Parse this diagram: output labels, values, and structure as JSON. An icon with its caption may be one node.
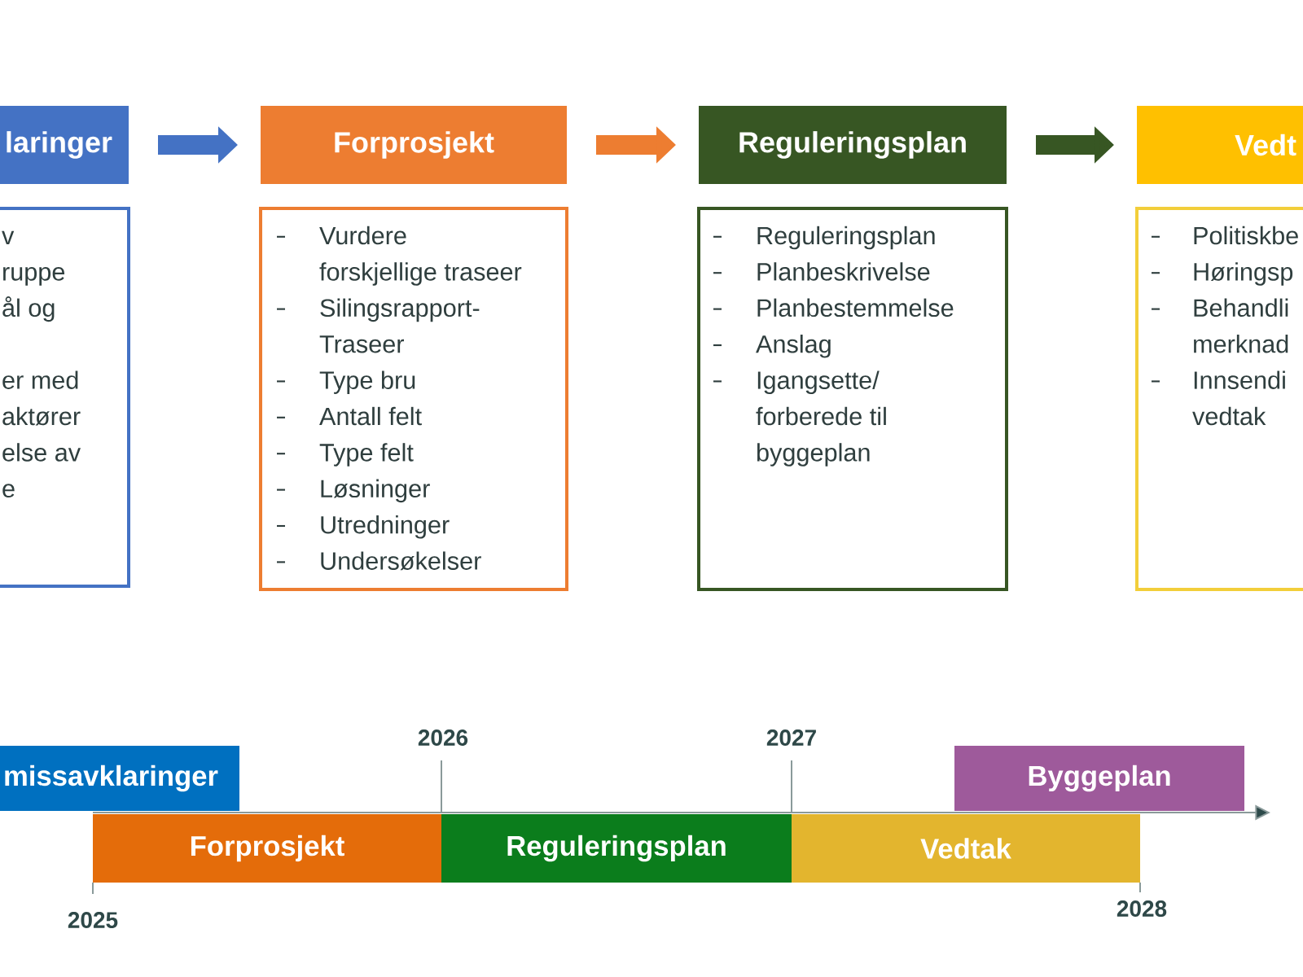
{
  "diagram": {
    "nodes": [
      {
        "text": [
          "laringer"
        ]
      },
      {
        "text": [
          "v",
          "ruppe",
          "ål og",
          "er med",
          "aktører",
          "else av",
          "e"
        ]
      },
      {
        "text": [
          "Forprosjekt"
        ]
      },
      {
        "text": [
          "Vurdere forskjellige traseer",
          "Silingsrapport- Traseer",
          "Type bru",
          "Antall felt",
          "Type felt",
          "Løsninger",
          "Utredninger",
          "Undersøkelser"
        ]
      },
      {
        "text": [
          "Reguleringsplan"
        ]
      },
      {
        "text": [
          "Reguleringsplan",
          "Planbeskrivelse",
          "Planbestemmelse",
          "Anslag",
          "Igangsette/ forberede til byggeplan"
        ]
      },
      {
        "text": [
          "Vedt"
        ]
      },
      {
        "text": [
          "Politiskbe",
          "Høringsp",
          "Behandli merknad",
          "Innsendi vedtak"
        ]
      },
      {
        "text": [
          "missavklaringer"
        ]
      },
      {
        "text": [
          "Forprosjekt"
        ]
      },
      {
        "text": [
          "Reguleringsplan"
        ]
      },
      {
        "text": [
          "Vedtak"
        ]
      },
      {
        "text": [
          "Byggeplan"
        ]
      }
    ],
    "edges": [
      {
        "from": 0,
        "to": 2,
        "arrow": "to",
        "color": "#4472c4"
      },
      {
        "from": 2,
        "to": 4,
        "arrow": "to",
        "color": "#ed7d31"
      },
      {
        "from": 4,
        "to": 6,
        "arrow": "to",
        "color": "#375623"
      }
    ],
    "labels": [
      "2026",
      "2027",
      "2025",
      "2028"
    ]
  }
}
